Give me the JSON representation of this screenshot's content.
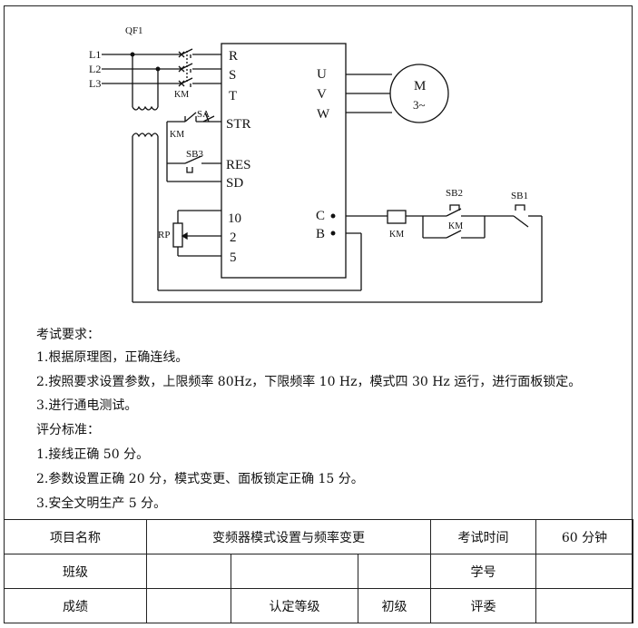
{
  "diagram": {
    "breaker": "QF1",
    "lines": [
      "L1",
      "L2",
      "L3"
    ],
    "inputs": [
      "R",
      "S",
      "T"
    ],
    "outputs": [
      "U",
      "V",
      "W"
    ],
    "motor": {
      "letter": "M",
      "phase": "3~"
    },
    "km_main": "KM",
    "km_str": "KM",
    "km_coil": "KM",
    "km_seal": "KM",
    "sa": "SA",
    "str": "STR",
    "sb3": "SB3",
    "res": "RES",
    "sd": "SD",
    "t10": "10",
    "t2": "2",
    "t5": "5",
    "rp": "RP",
    "c": "C",
    "b": "B",
    "sb2": "SB2",
    "sb1": "SB1"
  },
  "requirements": {
    "title": "考试要求：",
    "items": [
      "1.根据原理图，正确连线。",
      "2.按照要求设置参数，上限频率 80Hz，下限频率 10 Hz，模式四 30 Hz 运行，进行面板锁定。",
      "3.进行通电测试。"
    ]
  },
  "scoring": {
    "title": "评分标准：",
    "items": [
      "1.接线正确 50 分。",
      "2.参数设置正确 20 分，模式变更、面板锁定正确 15 分。",
      "3.安全文明生产 5 分。"
    ]
  },
  "table": {
    "project_label": "项目名称",
    "project_value": "变频器模式设置与频率变更",
    "time_label": "考试时间",
    "time_value": "60 分钟",
    "class_label": "班级",
    "student_no_label": "学号",
    "score_label": "成绩",
    "level_label": "认定等级",
    "level_value": "初级",
    "judge_label": "评委"
  }
}
